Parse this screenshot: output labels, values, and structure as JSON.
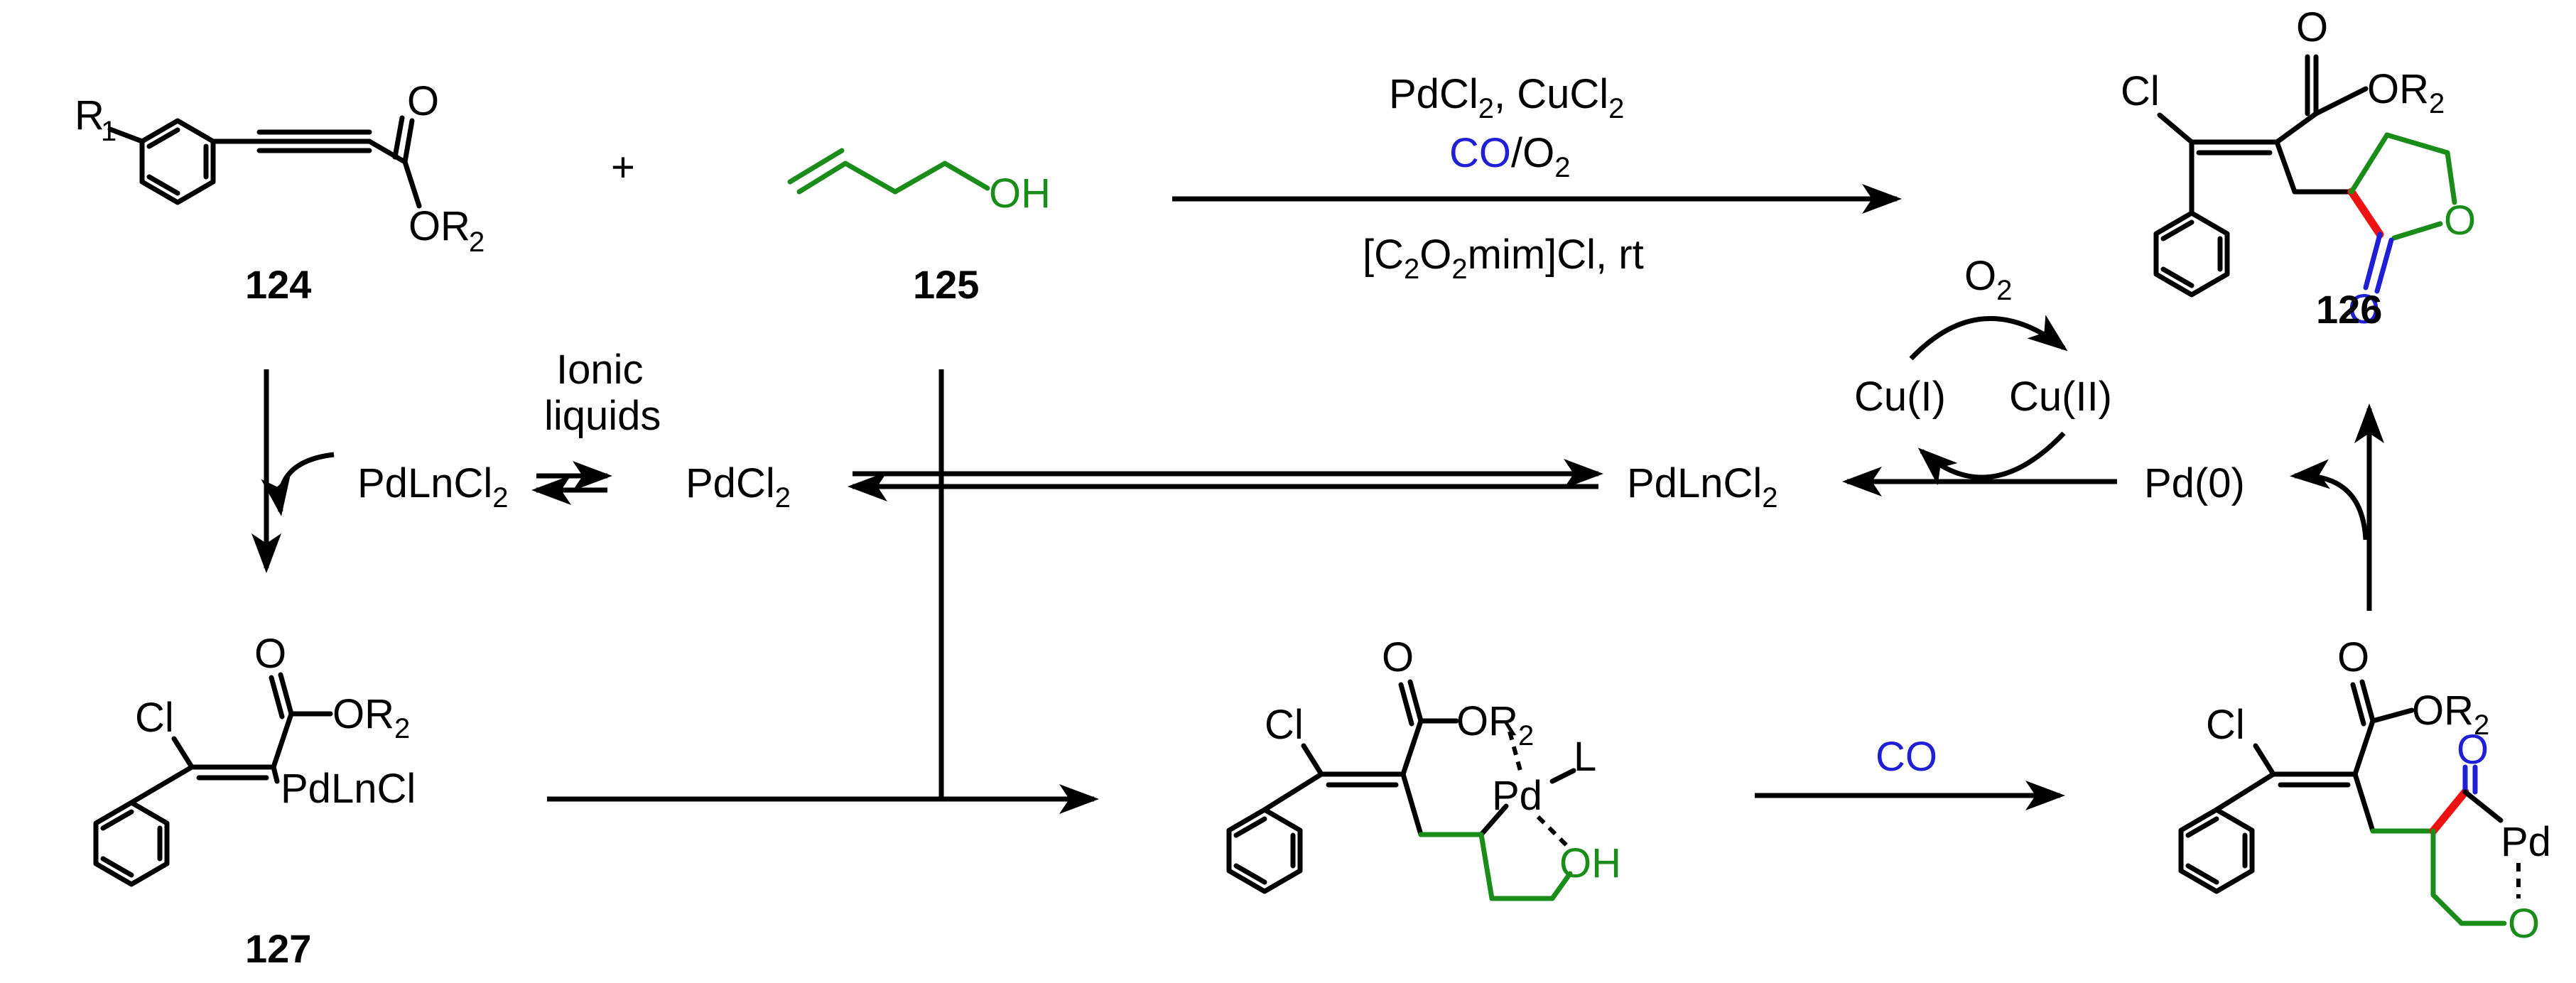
{
  "labels": {
    "c124": "124",
    "c125": "125",
    "c126": "126",
    "c127": "127"
  },
  "atoms": {
    "O": "O",
    "OH": "OH",
    "Cl": "Cl",
    "R": "R",
    "Pd": "Pd",
    "L": "L",
    "sub1": "1",
    "sub2": "2"
  },
  "texts": {
    "plus": "+",
    "ionic1": "Ionic",
    "ionic2": "liquids",
    "pdcl": "PdCl",
    "pdlncl": "PdLnCl",
    "pdlnclfull": "PdLnCl",
    "cui": "Cu(I)",
    "cuii": "Cu(II)",
    "o2": "O",
    "pd0": "Pd(0)",
    "co": "CO",
    "slash": "/",
    "comma": ", ",
    "cucl": "CuCl",
    "lb": "[C",
    "o2m": "O",
    "mim": "mim]Cl, rt"
  },
  "colors": {
    "green": "#1a8c1a",
    "blue": "#1f1fd6",
    "red": "#ee1111"
  }
}
